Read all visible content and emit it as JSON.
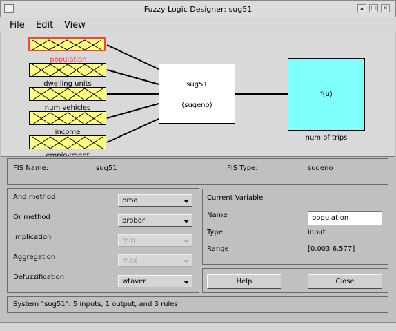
{
  "window": {
    "title": "Fuzzy Logic Designer: sug51"
  },
  "menu": [
    {
      "label": "File"
    },
    {
      "label": "Edit"
    },
    {
      "label": "View"
    }
  ],
  "diagram": {
    "inputs": [
      {
        "label": "population",
        "color": "#ff4040"
      },
      {
        "label": "dwelling units"
      },
      {
        "label": "num vehicles"
      },
      {
        "label": "income"
      },
      {
        "label": "employment"
      }
    ],
    "system": {
      "name": "sug51",
      "type": "(sugeno)"
    },
    "output": {
      "func": "f(u)",
      "label": "num of trips"
    },
    "colors": {
      "input_fill": "#ffff80",
      "output_fill": "#80ffff",
      "selected_border": "#ff4040"
    }
  },
  "fis": {
    "name_label": "FIS Name:",
    "name_value": "sug51",
    "type_label": "FIS Type:",
    "type_value": "sugeno"
  },
  "methods": {
    "and": {
      "label": "And method",
      "value": "prod"
    },
    "or": {
      "label": "Or method",
      "value": "probor"
    },
    "implication": {
      "label": "Implication",
      "value": "min"
    },
    "aggregation": {
      "label": "Aggregation",
      "value": "max"
    },
    "defuzz": {
      "label": "Defuzzification",
      "value": "wtaver"
    }
  },
  "current_variable": {
    "title": "Current Variable",
    "name_label": "Name",
    "name_value": "population",
    "type_label": "Type",
    "type_value": "input",
    "range_label": "Range",
    "range_value": "[0.003 6.577]"
  },
  "buttons": {
    "help": "Help",
    "close": "Close"
  },
  "status": "System \"sug51\": 5 inputs, 1 output, and 3 rules"
}
